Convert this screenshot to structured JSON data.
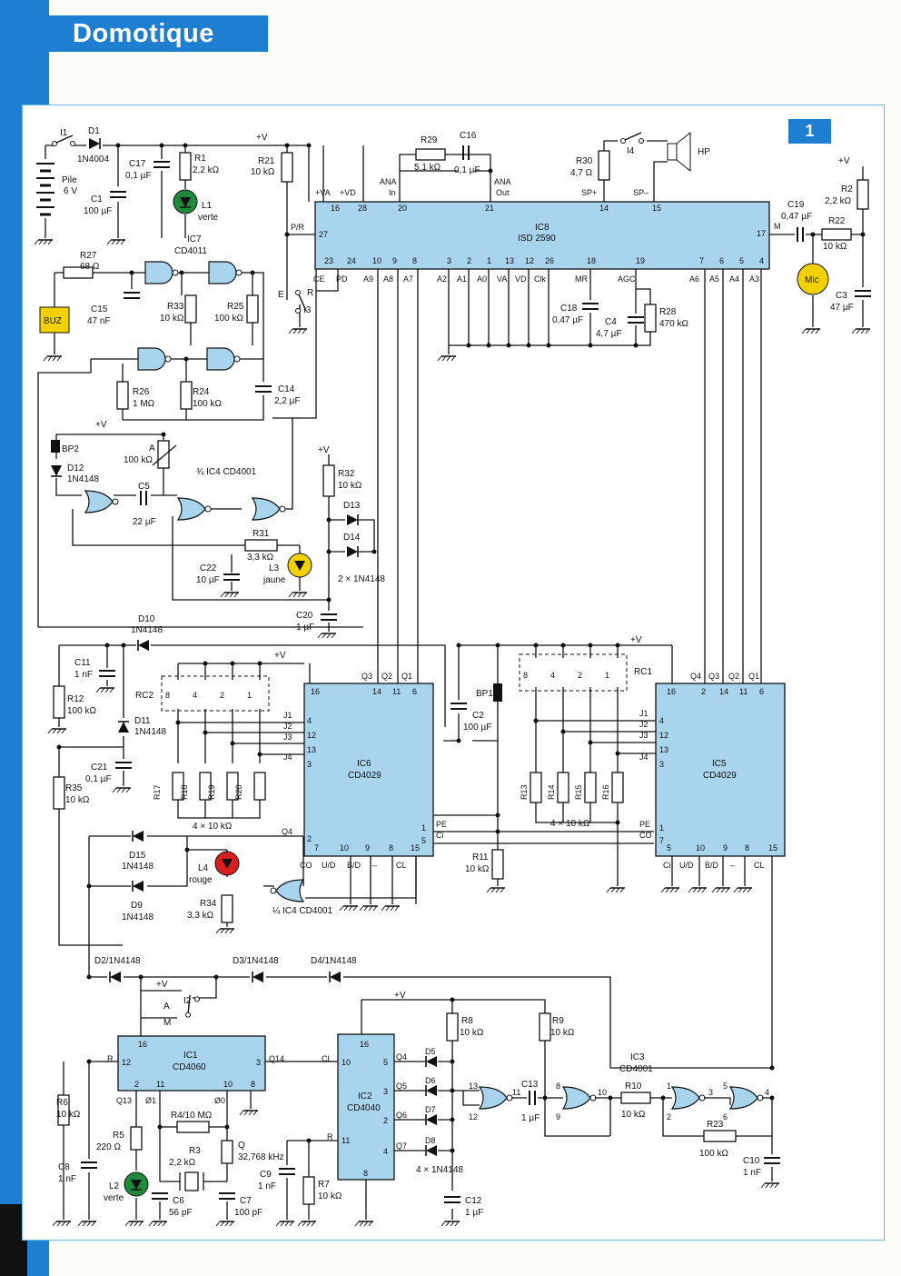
{
  "header": {
    "section": "Domotique"
  },
  "figure": {
    "number": "1",
    "rail": "+V",
    "components": [
      {
        "ref": "I1"
      },
      {
        "ref": "D1",
        "value": "1N4004"
      },
      {
        "ref": "C17",
        "value": "0,1 µF"
      },
      {
        "ref": "R1",
        "value": "2,2 kΩ"
      },
      {
        "ref": "L1",
        "value": "verte"
      },
      {
        "ref": "Pile",
        "value": "6 V"
      },
      {
        "ref": "C1",
        "value": "100 µF"
      },
      {
        "ref": "R21",
        "value": "10 kΩ"
      },
      {
        "ref": "R29",
        "value": "5,1 kΩ"
      },
      {
        "ref": "C16",
        "value": "0,1 µF"
      },
      {
        "ref": "R30",
        "value": "4,7 Ω"
      },
      {
        "ref": "I4"
      },
      {
        "ref": "HP"
      },
      {
        "ref": "R2",
        "value": "2,2 kΩ"
      },
      {
        "ref": "C19",
        "value": "0,47 µF"
      },
      {
        "ref": "R22",
        "value": "10 kΩ"
      },
      {
        "ref": "Mic"
      },
      {
        "ref": "C3",
        "value": "47 µF"
      },
      {
        "ref": "IC8",
        "value": "ISD 2590"
      },
      {
        "ref": "IC7",
        "value": "CD4011"
      },
      {
        "ref": "R27",
        "value": "68 Ω"
      },
      {
        "ref": "BUZ"
      },
      {
        "ref": "C15",
        "value": "47 nF"
      },
      {
        "ref": "R33",
        "value": "10 kΩ"
      },
      {
        "ref": "R25",
        "value": "100 kΩ"
      },
      {
        "ref": "I3"
      },
      {
        "ref": "C18",
        "value": "0,47 µF"
      },
      {
        "ref": "C4",
        "value": "4,7 µF"
      },
      {
        "ref": "R28",
        "value": "470 kΩ"
      },
      {
        "ref": "R26",
        "value": "1 MΩ"
      },
      {
        "ref": "R24",
        "value": "100 kΩ"
      },
      {
        "ref": "C14",
        "value": "2,2 µF"
      },
      {
        "ref": "BP2"
      },
      {
        "ref": "D12",
        "value": "1N4148"
      },
      {
        "ref": "A",
        "value": "100 kΩ"
      },
      {
        "ref": "IC4",
        "value": "¾ IC4 CD4001"
      },
      {
        "ref": "C5",
        "value": "22 µF"
      },
      {
        "ref": "R31",
        "value": "3,3 kΩ"
      },
      {
        "ref": "C22",
        "value": "10 µF"
      },
      {
        "ref": "L3",
        "value": "jaune"
      },
      {
        "ref": "R32",
        "value": "10 kΩ"
      },
      {
        "ref": "D13"
      },
      {
        "ref": "D14",
        "value": "2 × 1N4148"
      },
      {
        "ref": "C20",
        "value": "1 µF"
      },
      {
        "ref": "D10",
        "value": "1N4148"
      },
      {
        "ref": "C11",
        "value": "1 nF"
      },
      {
        "ref": "R12",
        "value": "100 kΩ"
      },
      {
        "ref": "D11",
        "value": "1N4148"
      },
      {
        "ref": "C21",
        "value": "0,1 µF"
      },
      {
        "ref": "R35",
        "value": "10 kΩ"
      },
      {
        "ref": "RC2"
      },
      {
        "ref": "IC6",
        "value": "CD4029"
      },
      {
        "ref": "R17-R20",
        "value": "4 × 10 kΩ"
      },
      {
        "ref": "BP1"
      },
      {
        "ref": "C2",
        "value": "100 µF"
      },
      {
        "ref": "R11",
        "value": "10 kΩ"
      },
      {
        "ref": "RC1"
      },
      {
        "ref": "IC5",
        "value": "CD4029"
      },
      {
        "ref": "R13-R16",
        "value": "4 × 10 kΩ"
      },
      {
        "ref": "D15",
        "value": "1N4148"
      },
      {
        "ref": "L4",
        "value": "rouge"
      },
      {
        "ref": "D9",
        "value": "1N4148"
      },
      {
        "ref": "R34",
        "value": "3,3 kΩ"
      },
      {
        "ref": "IC4b",
        "value": "¼ IC4 CD4001"
      },
      {
        "ref": "D2",
        "value": "D2/1N4148"
      },
      {
        "ref": "D3",
        "value": "D3/1N4148"
      },
      {
        "ref": "D4",
        "value": "D4/1N4148"
      },
      {
        "ref": "I2"
      },
      {
        "ref": "IC1",
        "value": "CD4060"
      },
      {
        "ref": "R4",
        "value": "R4/10 MΩ"
      },
      {
        "ref": "R6",
        "value": "10 kΩ"
      },
      {
        "ref": "R3",
        "value": "2,2 kΩ"
      },
      {
        "ref": "Q",
        "value": "32,768 kHz"
      },
      {
        "ref": "R5",
        "value": "220 Ω"
      },
      {
        "ref": "C8",
        "value": "1 nF"
      },
      {
        "ref": "L2",
        "value": "verte"
      },
      {
        "ref": "C6",
        "value": "56 pF"
      },
      {
        "ref": "C7",
        "value": "100 pF"
      },
      {
        "ref": "C9",
        "value": "1 nF"
      },
      {
        "ref": "IC2",
        "value": "CD4040"
      },
      {
        "ref": "R7",
        "value": "10 kΩ"
      },
      {
        "ref": "R8",
        "value": "10 kΩ"
      },
      {
        "ref": "R9",
        "value": "10 kΩ"
      },
      {
        "ref": "D5-D8",
        "value": "4 × 1N4148"
      },
      {
        "ref": "C12",
        "value": "1 µF"
      },
      {
        "ref": "C13",
        "value": "1 µF"
      },
      {
        "ref": "IC3",
        "value": "CD4001"
      },
      {
        "ref": "R10",
        "value": "10 kΩ"
      },
      {
        "ref": "R23",
        "value": "100 kΩ"
      },
      {
        "ref": "C10",
        "value": "1 nF"
      }
    ]
  }
}
